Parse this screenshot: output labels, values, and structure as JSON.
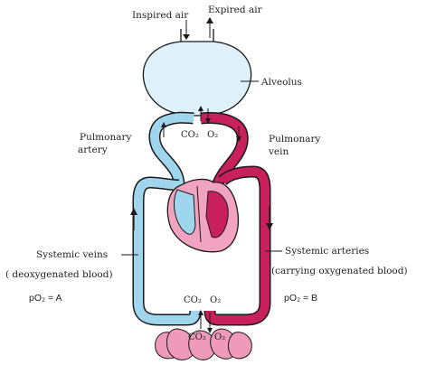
{
  "labels": {
    "inspired_air": "Inspired air",
    "expired_air": "Expired air",
    "alveolus": "Alveolus",
    "pulmonary_artery_line1": "Pulmonary",
    "pulmonary_artery_line2": "artery",
    "pulmonary_vein_line1": "Pulmonary",
    "pulmonary_vein_line2": "vein",
    "systemic_veins": "Systemic veins",
    "deoxygenated_blood": "( deoxygenated blood)",
    "systemic_arteries": "Systemic arteries",
    "oxygenated_blood": "(carrying oxygenated blood)",
    "po2_left": "pO₂  =  A",
    "po2_right": "pO₂  =  B"
  },
  "gases": {
    "alveolus_co2": "CO₂",
    "alveolus_o2": "O₂",
    "tissue_co2": "CO₂",
    "tissue_o2": "O₂",
    "cell_co2": "CO₂",
    "cell_o2": "O₂"
  },
  "colors": {
    "deoxygenated": "#9fd6ee",
    "oxygenated": "#c8205a",
    "heart": "#f2a3c0",
    "tissue": "#ee9ab8",
    "outline": "#1a1a1a"
  }
}
